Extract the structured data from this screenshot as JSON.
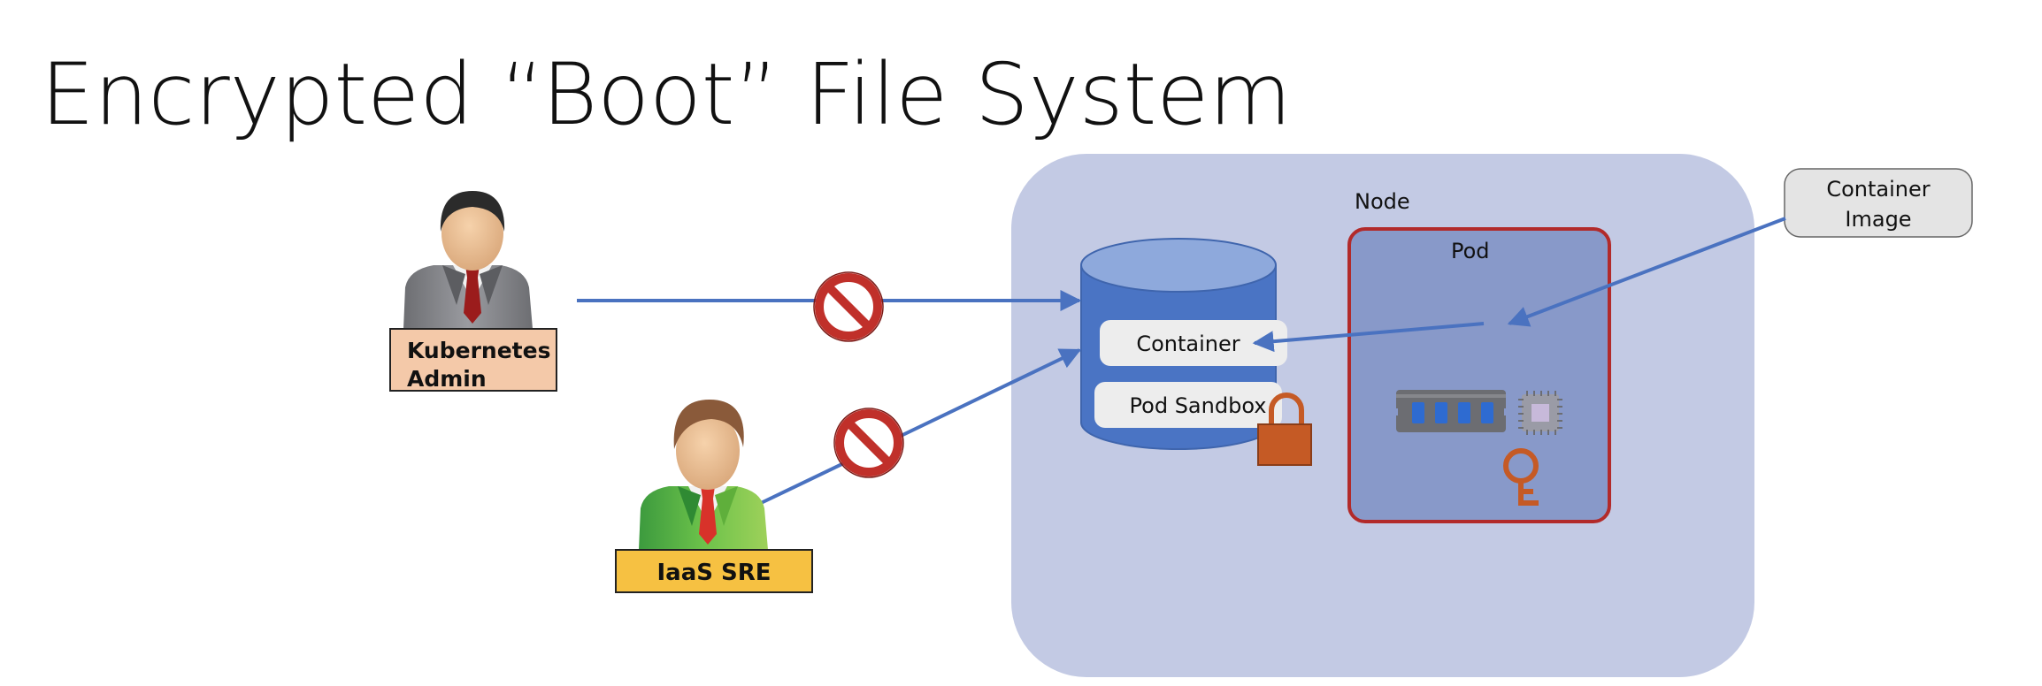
{
  "slide": {
    "title": "Encrypted “Boot” File System"
  },
  "actors": {
    "admin": {
      "label_line1": "Kubernetes",
      "label_line2": "Admin"
    },
    "sre": {
      "label": "IaaS SRE"
    }
  },
  "node": {
    "label": "Node"
  },
  "pod": {
    "label": "Pod"
  },
  "storage": {
    "container_label": "Container",
    "sandbox_label": "Pod Sandbox"
  },
  "image": {
    "label_line1": "Container",
    "label_line2": "Image"
  },
  "icons": [
    "person-icon",
    "person-icon",
    "no-entry-icon",
    "no-entry-icon",
    "database-icon",
    "padlock-icon",
    "memory-module-icon",
    "cpu-chip-icon",
    "key-icon"
  ],
  "colors": {
    "node_fill": "#c3cae4",
    "pod_fill": "#8899c9",
    "pod_border": "#b22a2a",
    "cylinder": "#4a74c4",
    "arrow": "#4a72c0",
    "admin_label_fill": "#f4c9a9",
    "sre_label_fill": "#f6c142",
    "lock_and_key": "#c55a25",
    "no_entry": "#c0302a"
  }
}
